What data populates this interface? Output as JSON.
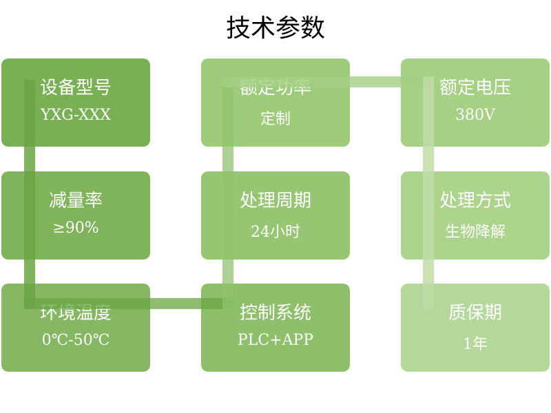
{
  "title": "技术参数",
  "colors": {
    "col1": "#78b053",
    "col2": "#9fcc75",
    "col3": "#b4d89a"
  },
  "items": [
    {
      "label": "设备型号",
      "value": "YXG-XXX"
    },
    {
      "label": "减量率",
      "value": "≥90%"
    },
    {
      "label": "环境温度",
      "value": "0℃-50℃"
    },
    {
      "label": "额定功率",
      "value": "定制"
    },
    {
      "label": "处理周期",
      "value": "24小时"
    },
    {
      "label": "控制系统",
      "value": "PLC+APP"
    },
    {
      "label": "额定电压",
      "value": "380V"
    },
    {
      "label": "处理方式",
      "value": "生物降解"
    },
    {
      "label": "质保期",
      "value": "1年"
    }
  ]
}
